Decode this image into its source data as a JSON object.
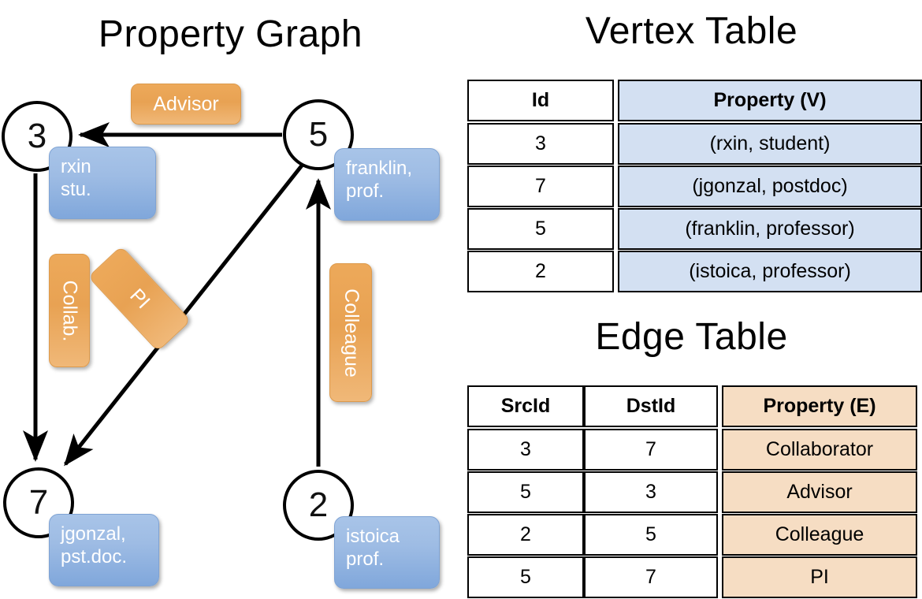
{
  "titles": {
    "property_graph": "Property Graph",
    "vertex_table": "Vertex Table",
    "edge_table": "Edge Table"
  },
  "graph": {
    "nodes": [
      {
        "id": "3",
        "label": "3",
        "property_lines": [
          "rxin",
          "stu."
        ]
      },
      {
        "id": "5",
        "label": "5",
        "property_lines": [
          "franklin,",
          "prof."
        ]
      },
      {
        "id": "7",
        "label": "7",
        "property_lines": [
          "jgonzal,",
          "pst.doc."
        ]
      },
      {
        "id": "2",
        "label": "2",
        "property_lines": [
          "istoica",
          "prof."
        ]
      }
    ],
    "edge_labels": [
      {
        "name": "advisor",
        "text": "Advisor"
      },
      {
        "name": "collab",
        "text": "Collab."
      },
      {
        "name": "pi",
        "text": "PI"
      },
      {
        "name": "colleague",
        "text": "Colleague"
      }
    ],
    "node_property_text": {
      "rxin_line1": "rxin",
      "rxin_line2": "stu.",
      "franklin_line1": "franklin,",
      "franklin_line2": "prof.",
      "jgonzal_line1": "jgonzal,",
      "jgonzal_line2": "pst.doc.",
      "istoica_line1": "istoica",
      "istoica_line2": "prof."
    }
  },
  "vertex_table": {
    "headers": [
      "Id",
      "Property (V)"
    ],
    "rows": [
      [
        "3",
        "(rxin, student)"
      ],
      [
        "7",
        "(jgonzal, postdoc)"
      ],
      [
        "5",
        "(franklin, professor)"
      ],
      [
        "2",
        "(istoica, professor)"
      ]
    ]
  },
  "edge_table": {
    "headers": [
      "SrcId",
      "DstId",
      "Property (E)"
    ],
    "rows": [
      [
        "3",
        "7",
        "Collaborator"
      ],
      [
        "5",
        "3",
        "Advisor"
      ],
      [
        "2",
        "5",
        "Colleague"
      ],
      [
        "5",
        "7",
        "PI"
      ]
    ]
  },
  "colors": {
    "vertex_property_fill": "#d3e0f2",
    "edge_property_fill": "#f6ddc3",
    "node_box_blue": "#9ebce4",
    "edge_label_orange": "#e8a253",
    "stroke": "#000000",
    "background": "#ffffff"
  },
  "chart_data": {
    "type": "diagram-graph",
    "title": "Property Graph",
    "vertices": [
      {
        "id": 3,
        "name": "rxin",
        "role": "student"
      },
      {
        "id": 7,
        "name": "jgonzal",
        "role": "postdoc"
      },
      {
        "id": 5,
        "name": "franklin",
        "role": "professor"
      },
      {
        "id": 2,
        "name": "istoica",
        "role": "professor"
      }
    ],
    "edges": [
      {
        "src": 3,
        "dst": 7,
        "property": "Collaborator",
        "short": "Collab."
      },
      {
        "src": 5,
        "dst": 3,
        "property": "Advisor",
        "short": "Advisor"
      },
      {
        "src": 2,
        "dst": 5,
        "property": "Colleague",
        "short": "Colleague"
      },
      {
        "src": 5,
        "dst": 7,
        "property": "PI",
        "short": "PI"
      }
    ]
  }
}
